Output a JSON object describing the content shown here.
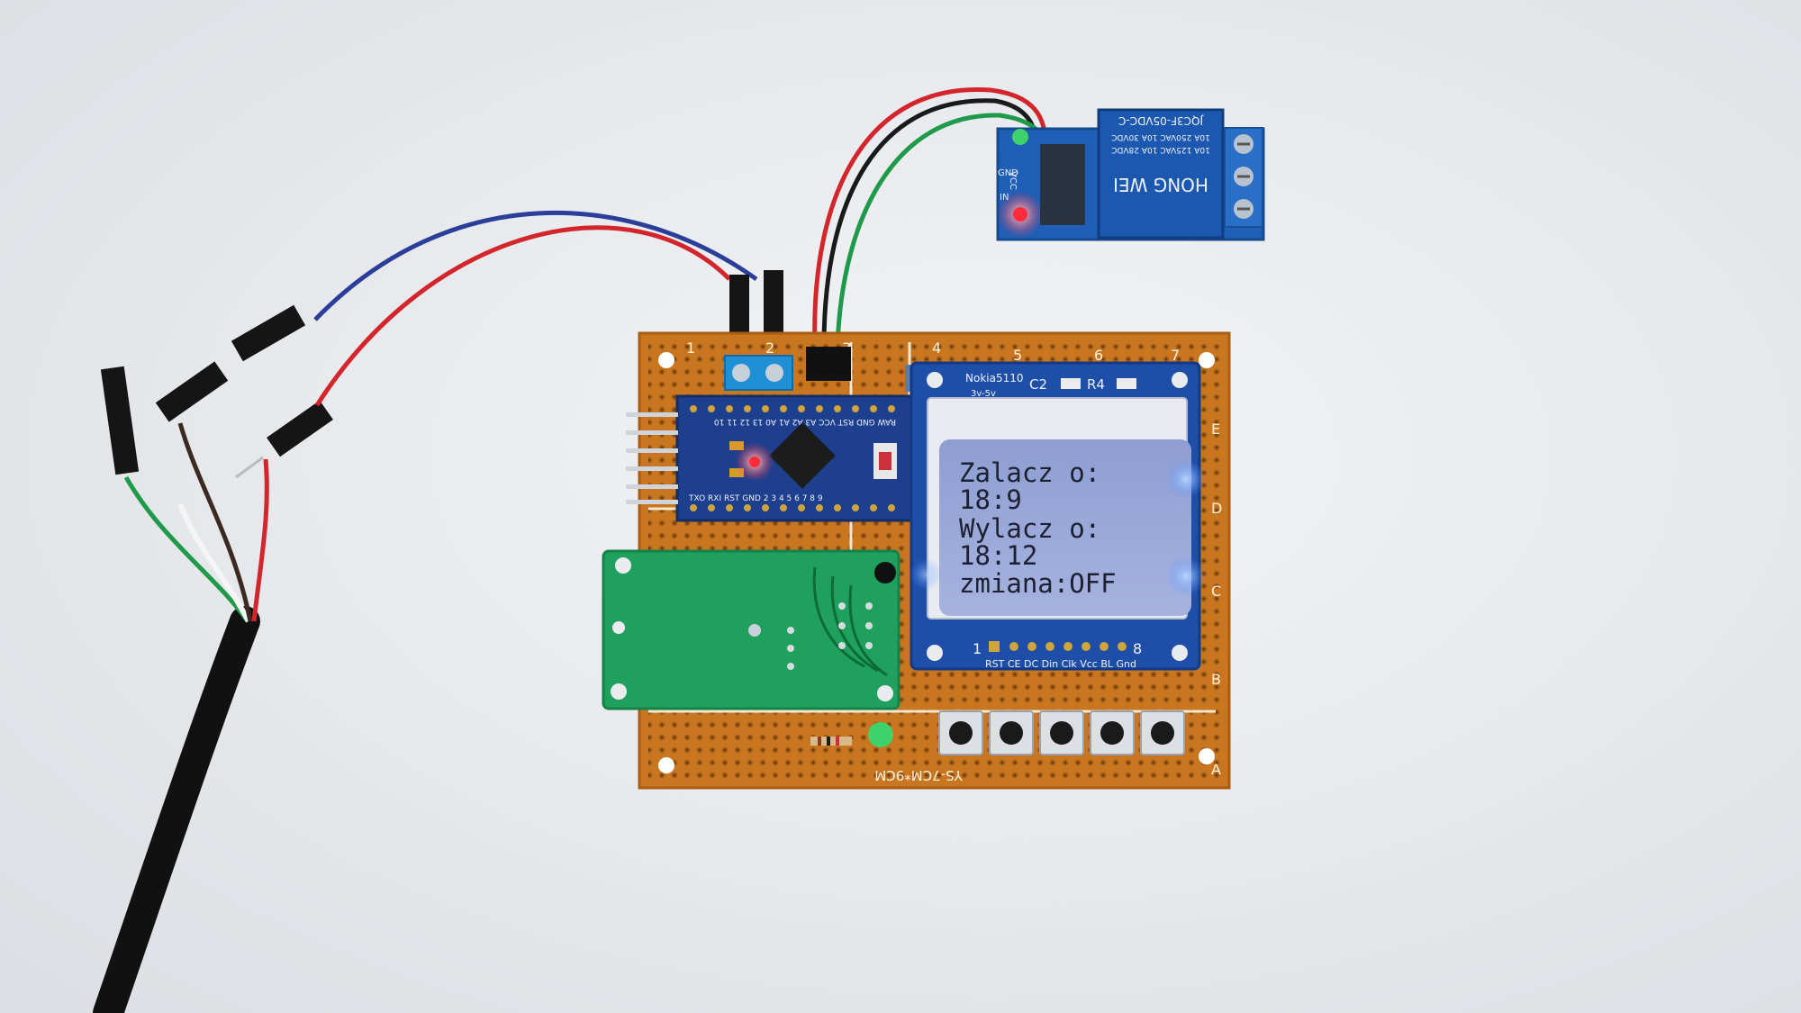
{
  "lcd": {
    "lines": [
      "Zalacz o:",
      "18:9",
      "Wylacz o:",
      "18:12",
      "zmiana:OFF"
    ]
  },
  "relay": {
    "brand": "HONG WEI",
    "model": "JQC3F-05VDC-C",
    "rating_1": "10A 250VAC 10A 30VDC",
    "rating_2": "10A 125VAC 10A 28VDC",
    "pin_vcc": "VCC",
    "pin_gnd": "GND",
    "pin_in": "IN"
  },
  "lcd_module": {
    "name": "Nokia5110",
    "voltage": "3v-5v",
    "c2": "C2",
    "r4": "R4",
    "pin_start": "1",
    "pin_end": "8",
    "pin_labels": "RST CE DC Din Clk Vcc BL Gnd"
  },
  "perfboard": {
    "label": "YS-7CM*9CM",
    "col_numbers": [
      "1",
      "2",
      "3",
      "4",
      "5",
      "6",
      "7"
    ],
    "row_letters": [
      "E",
      "D",
      "C",
      "B",
      "A"
    ]
  },
  "arduino": {
    "top_pins": "RAW GND RST VCC A3 A2 A1 A0 13 12 11 10",
    "bottom_pins": "TXO RXI RST GND 2 3 4 5 6 7 8 9"
  },
  "colors": {
    "background": "#e9ebee",
    "perfboard": "#c8761f",
    "arduino_pcb": "#1d3f8e",
    "rtc_pcb": "#1fa05c",
    "lcd_screen": "#9aa9d8",
    "relay_body": "#1f5fb8",
    "wire_red": "#d2262c",
    "wire_black": "#1a1a1a",
    "wire_green": "#1e9a4a",
    "wire_blue": "#2a3e9a",
    "led_red": "#ff2a3a",
    "led_green": "#3fd16a",
    "led_blue": "#5aa0ff"
  }
}
